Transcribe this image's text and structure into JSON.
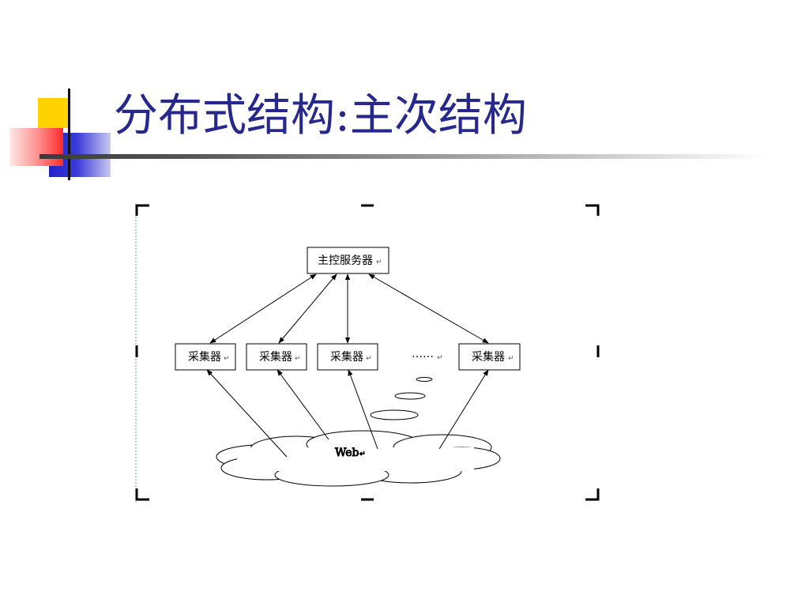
{
  "slide": {
    "title": "分布式结构:主次结构"
  },
  "diagram": {
    "server": {
      "label": "主控服务器"
    },
    "collectors": [
      {
        "label": "采集器"
      },
      {
        "label": "采集器"
      },
      {
        "label": "采集器"
      },
      {
        "label": "采集器"
      }
    ],
    "ellipsis": "……",
    "web": "Web",
    "return_mark": "↵"
  }
}
